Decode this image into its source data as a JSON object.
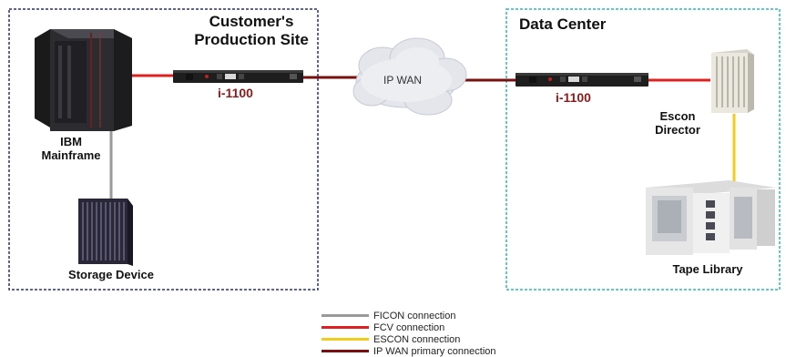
{
  "sites": {
    "customer": {
      "title_line1": "Customer's",
      "title_line2": "Production Site"
    },
    "datacenter": {
      "title": "Data Center"
    }
  },
  "devices": {
    "mainframe": {
      "line1": "IBM",
      "line2": "Mainframe"
    },
    "storage": {
      "label": "Storage Device"
    },
    "i1100_left": {
      "label": "i-1100"
    },
    "i1100_right": {
      "label": "i-1100"
    },
    "wan": {
      "label": "IP WAN"
    },
    "escon_director": {
      "line1": "Escon",
      "line2": "Director"
    },
    "tape_library": {
      "label": "Tape Library"
    }
  },
  "legend": [
    {
      "label": "FICON connection",
      "color": "#9a9a9a"
    },
    {
      "label": "FCV connection",
      "color": "#e02020"
    },
    {
      "label": "ESCON connection",
      "color": "#f2cc1a"
    },
    {
      "label": "IP WAN primary connection",
      "color": "#7a0f0f"
    }
  ],
  "colors": {
    "customer_border": "#2a2f7a",
    "datacenter_border": "#2ab8b8"
  }
}
